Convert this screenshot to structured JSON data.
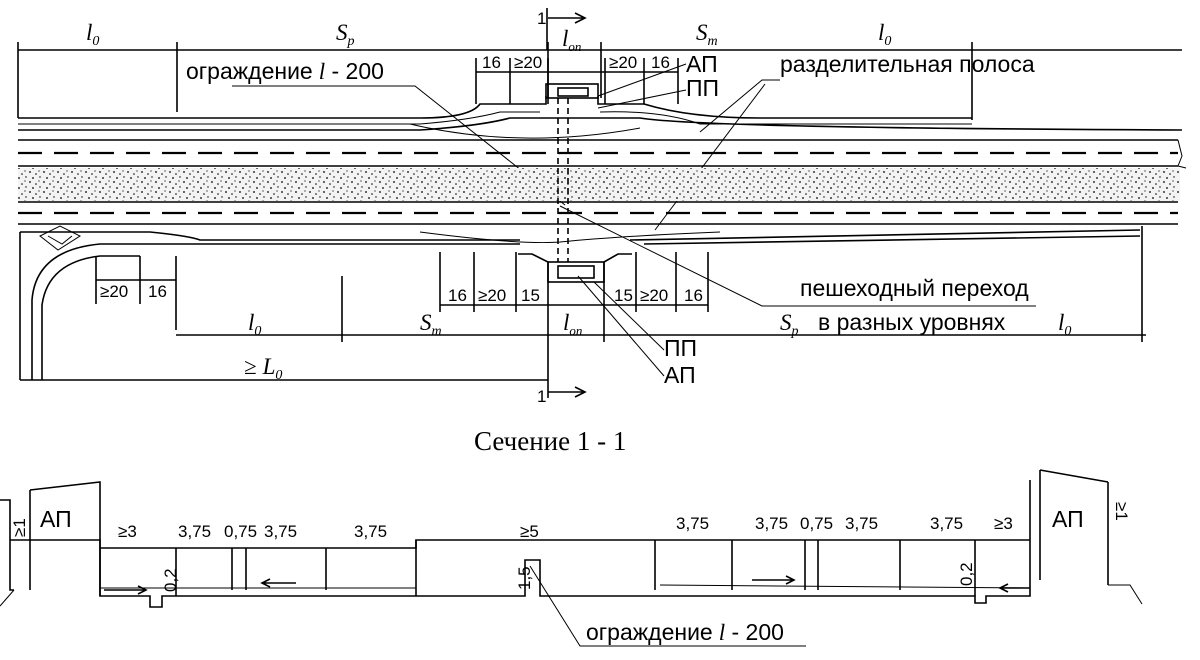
{
  "plan": {
    "symbols": {
      "l0": "l",
      "l0_sub": "0",
      "Sp": "S",
      "Sp_sub": "p",
      "St": "S",
      "St_sub": "т",
      "lop": "l",
      "lop_sub": "оп",
      "L0": "L",
      "L0_sub": "0",
      "geq": "≥"
    },
    "dims_top": [
      "16",
      "≥20",
      "≥20",
      "16"
    ],
    "dims_bottom_left": [
      "≥20",
      "16"
    ],
    "dims_bottom_mid": [
      "16",
      "≥20",
      "15",
      "15",
      "≥20",
      "16"
    ],
    "labels": {
      "fence": "ограждение",
      "fence_value": " - 200",
      "fence_l": "l",
      "ap": "АП",
      "pp": "ПП",
      "median": "разделительная полоса",
      "crossing_line1": "пешеходный переход",
      "crossing_line2": "в разных уровнях",
      "section_mark": "1"
    }
  },
  "section": {
    "title": "Сечение 1 - 1",
    "ap": "АП",
    "dims": [
      "≥1",
      "≥3",
      "3,75",
      "0,75",
      "3,75",
      "3,75",
      "≥5",
      "3,75",
      "3,75",
      "0,75",
      "3,75",
      "3,75",
      "≥3",
      "≥1"
    ],
    "heights": [
      "0,2",
      "1,5",
      "0,2"
    ],
    "fence": "ограждение",
    "fence_l": "l",
    "fence_value": " - 200"
  }
}
